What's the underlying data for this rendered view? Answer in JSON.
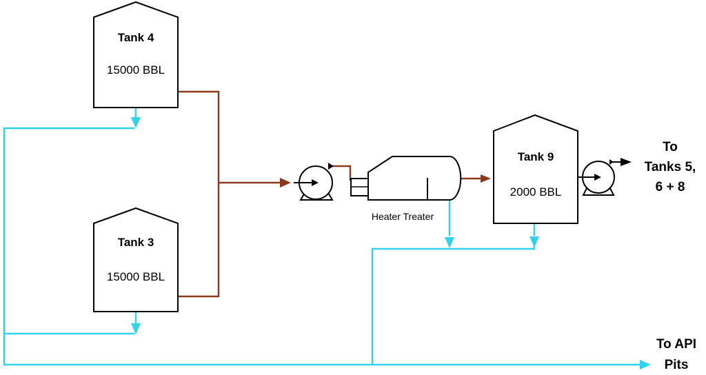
{
  "colors": {
    "oil_line": "#8b3a1a",
    "water_line": "#2fd3ee",
    "outline": "#000000",
    "background": "#ffffff"
  },
  "tanks": {
    "tank4": {
      "name": "Tank 4",
      "capacity": "15000 BBL"
    },
    "tank3": {
      "name": "Tank 3",
      "capacity": "15000 BBL"
    },
    "tank9": {
      "name": "Tank 9",
      "capacity": "2000 BBL"
    }
  },
  "equipment": {
    "heater_treater": {
      "label": "Heater Treater"
    }
  },
  "destinations": {
    "tanks": {
      "line1": "To",
      "line2": "Tanks 5,",
      "line3": "6 + 8"
    },
    "api_pits": {
      "line1": "To API",
      "line2": "Pits"
    }
  }
}
